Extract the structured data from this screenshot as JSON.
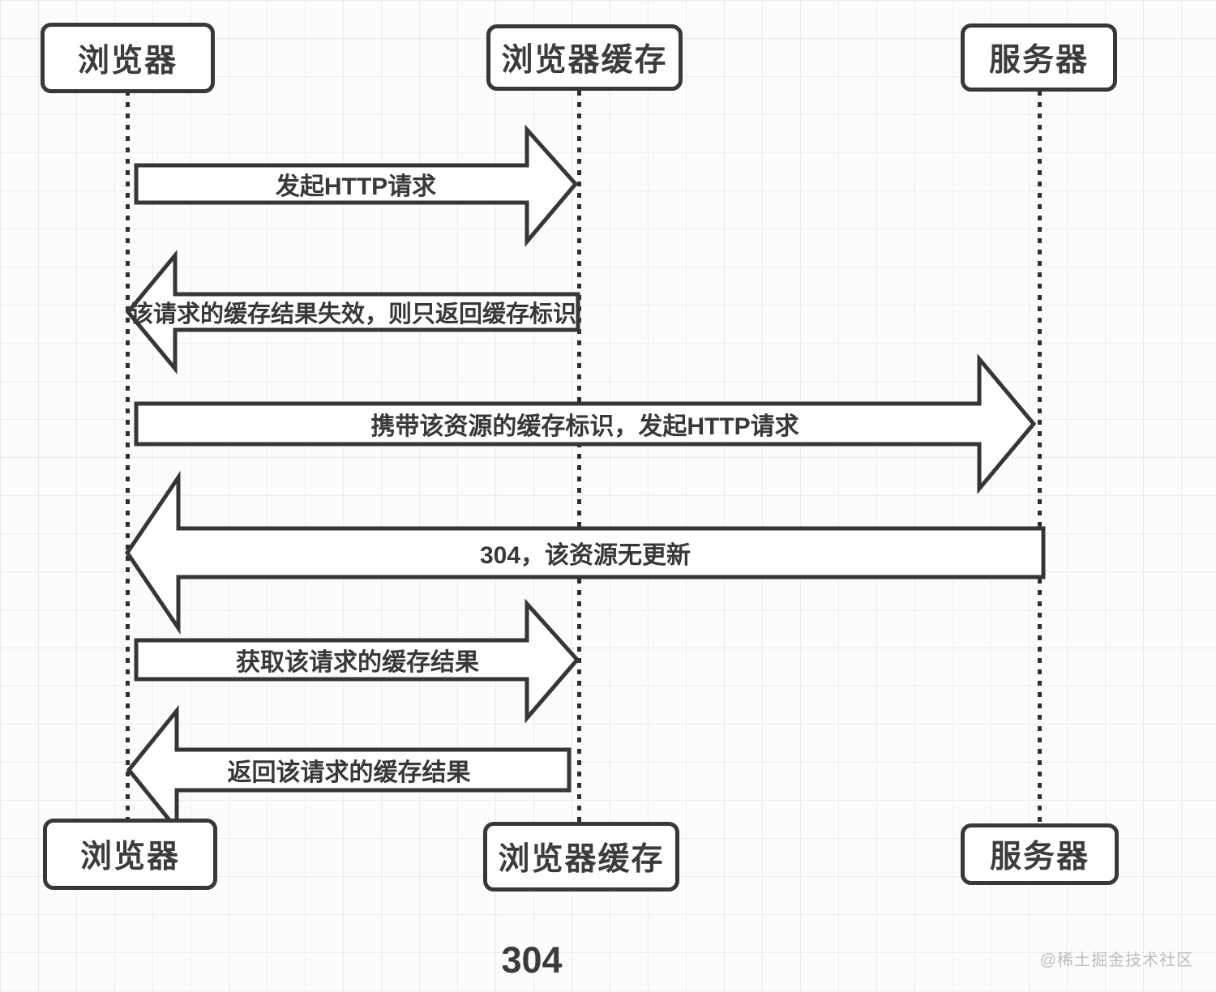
{
  "diagram": {
    "title_caption": "304",
    "watermark": "@稀土掘金技术社区",
    "actors_top": [
      "浏览器",
      "浏览器缓存",
      "服务器"
    ],
    "actors_bottom": [
      "浏览器",
      "浏览器缓存",
      "服务器"
    ],
    "messages": [
      {
        "from": "浏览器",
        "to": "浏览器缓存",
        "direction": "right",
        "label": "发起HTTP请求"
      },
      {
        "from": "浏览器缓存",
        "to": "浏览器",
        "direction": "left",
        "label": "该请求的缓存结果失效，则只返回缓存标识"
      },
      {
        "from": "浏览器",
        "to": "服务器",
        "direction": "right",
        "label": "携带该资源的缓存标识，发起HTTP请求"
      },
      {
        "from": "服务器",
        "to": "浏览器",
        "direction": "left",
        "label": "304，该资源无更新"
      },
      {
        "from": "浏览器",
        "to": "浏览器缓存",
        "direction": "right",
        "label": "获取该请求的缓存结果"
      },
      {
        "from": "浏览器缓存",
        "to": "浏览器",
        "direction": "left",
        "label": "返回该请求的缓存结果"
      }
    ],
    "colors": {
      "stroke": "#363636",
      "text": "#3a3a3a",
      "watermark": "#bdbdbd",
      "grid_line": "#ebebeb",
      "background": "#fcfcfc"
    }
  }
}
